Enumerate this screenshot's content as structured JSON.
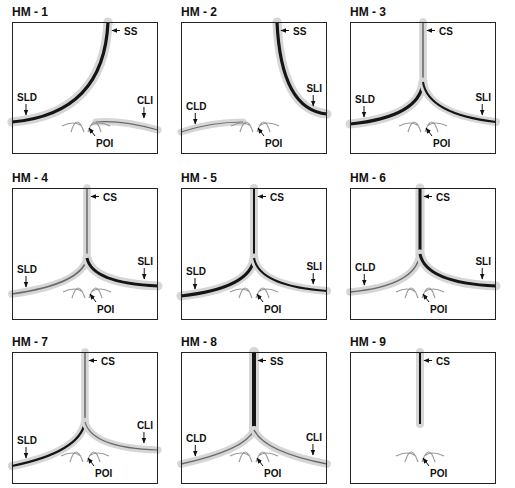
{
  "diagram": {
    "nodes": [
      {
        "text": [
          "HM - 1",
          "SS",
          "SLD",
          "CLI",
          "POI"
        ]
      },
      {
        "text": [
          "HM - 2",
          "SS",
          "CLD",
          "SLI",
          "POI"
        ]
      },
      {
        "text": [
          "HM - 3",
          "CS",
          "SLD",
          "SLI",
          "POI"
        ]
      },
      {
        "text": [
          "HM - 4",
          "CS",
          "SLD",
          "SLI",
          "POI"
        ]
      },
      {
        "text": [
          "HM - 5",
          "CS",
          "SLD",
          "SLI",
          "POI"
        ]
      },
      {
        "text": [
          "HM - 6",
          "CS",
          "CLD",
          "SLI",
          "POI"
        ]
      },
      {
        "text": [
          "HM - 7",
          "CS",
          "SLD",
          "CLI",
          "POI"
        ]
      },
      {
        "text": [
          "HM - 8",
          "SS",
          "CLD",
          "CLI",
          "POI"
        ]
      },
      {
        "text": [
          "HM - 9",
          "CS",
          "POI"
        ]
      }
    ]
  }
}
